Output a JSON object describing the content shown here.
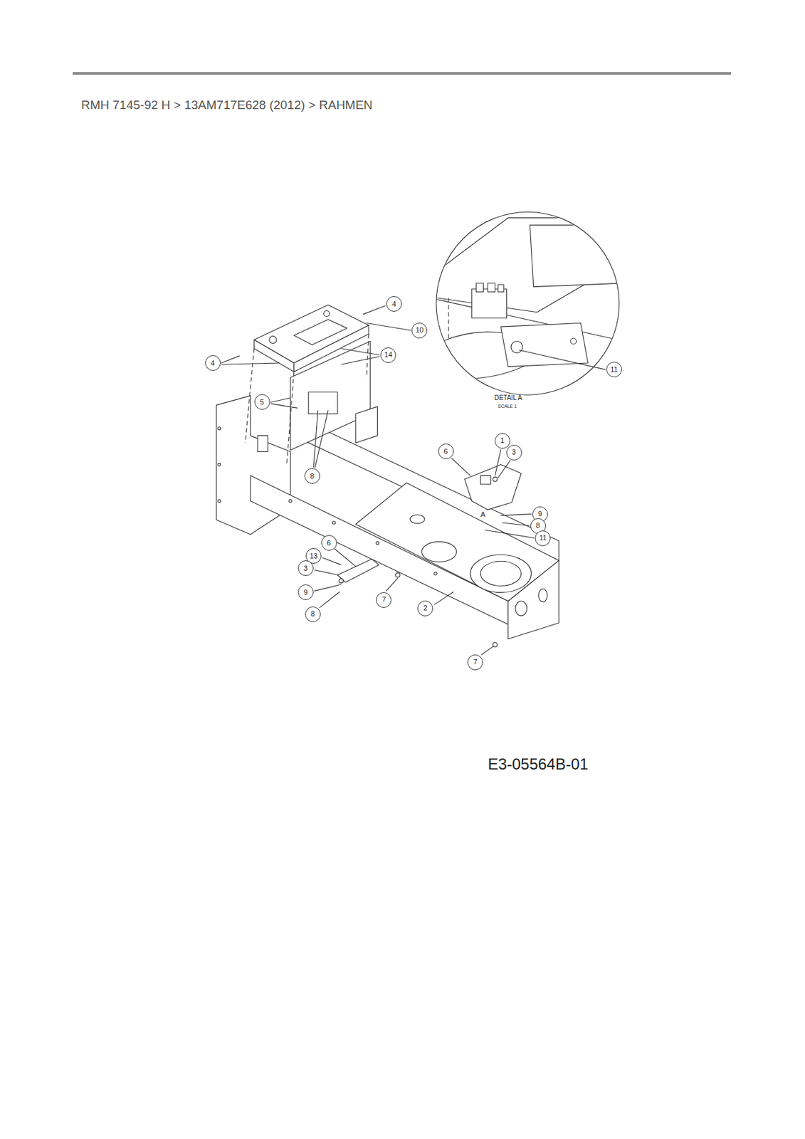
{
  "diagram": {
    "title": "RMH 7145-92 H > 13AM717E628 (2012) > RAHMEN",
    "nodes": [
      {
        "text": [
          "4"
        ]
      },
      {
        "text": [
          "10"
        ]
      },
      {
        "text": [
          "14"
        ]
      },
      {
        "text": [
          "4"
        ]
      },
      {
        "text": [
          "11"
        ]
      },
      {
        "text": [
          "5"
        ]
      },
      {
        "text": [
          "1"
        ]
      },
      {
        "text": [
          "6"
        ]
      },
      {
        "text": [
          "3"
        ]
      },
      {
        "text": [
          "8"
        ]
      },
      {
        "text": [
          "9"
        ]
      },
      {
        "text": [
          "8"
        ]
      },
      {
        "text": [
          "11"
        ]
      },
      {
        "text": [
          "6"
        ]
      },
      {
        "text": [
          "13"
        ]
      },
      {
        "text": [
          "3"
        ]
      },
      {
        "text": [
          "9"
        ]
      },
      {
        "text": [
          "7"
        ]
      },
      {
        "text": [
          "2"
        ]
      },
      {
        "text": [
          "8"
        ]
      },
      {
        "text": [
          "7"
        ]
      }
    ],
    "labels": [
      "DETAIL A",
      "SCALE 1",
      "A",
      "E3-05564B-01"
    ]
  }
}
